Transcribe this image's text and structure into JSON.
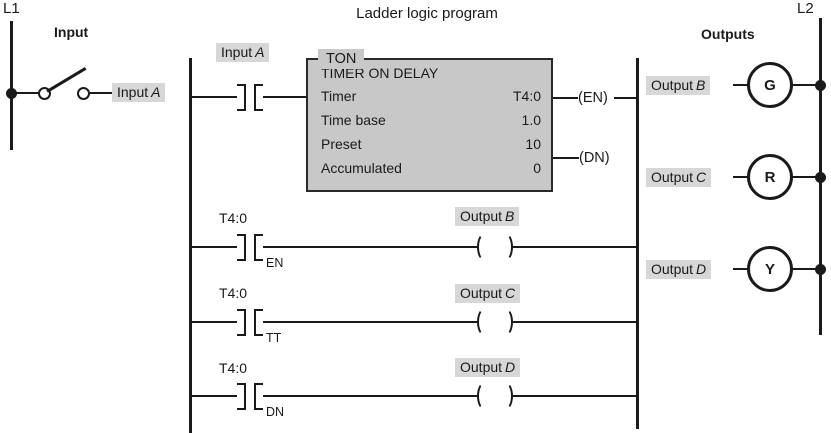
{
  "title": "Ladder logic program",
  "left_rail_label": "L1",
  "right_rail_label": "L2",
  "input_heading": "Input",
  "outputs_heading": "Outputs",
  "switch_label": {
    "prefix": "Input",
    "var": "A"
  },
  "timer_block": {
    "type_label": "TON",
    "title": "TIMER ON DELAY",
    "rows": [
      {
        "label": "Timer",
        "value": "T4:0"
      },
      {
        "label": "Time base",
        "value": "1.0"
      },
      {
        "label": "Preset",
        "value": "10"
      },
      {
        "label": "Accumulated",
        "value": "0"
      }
    ],
    "en_label": "(EN)",
    "dn_label": "(DN)"
  },
  "rungs": [
    {
      "contact_label": {
        "prefix": "Input",
        "var": "A"
      }
    },
    {
      "contact_label": "T4:0",
      "contact_sub": "EN",
      "coil_label": {
        "prefix": "Output",
        "var": "B"
      }
    },
    {
      "contact_label": "T4:0",
      "contact_sub": "TT",
      "coil_label": {
        "prefix": "Output",
        "var": "C"
      }
    },
    {
      "contact_label": "T4:0",
      "contact_sub": "DN",
      "coil_label": {
        "prefix": "Output",
        "var": "D"
      }
    }
  ],
  "outputs": [
    {
      "label": {
        "prefix": "Output",
        "var": "B"
      },
      "lamp": "G"
    },
    {
      "label": {
        "prefix": "Output",
        "var": "C"
      },
      "lamp": "R"
    },
    {
      "label": {
        "prefix": "Output",
        "var": "D"
      },
      "lamp": "Y"
    }
  ],
  "colors": {
    "line": "#1a1a1a",
    "label_bg": "#d7d7d7",
    "block_fill": "#c8c8c8"
  }
}
